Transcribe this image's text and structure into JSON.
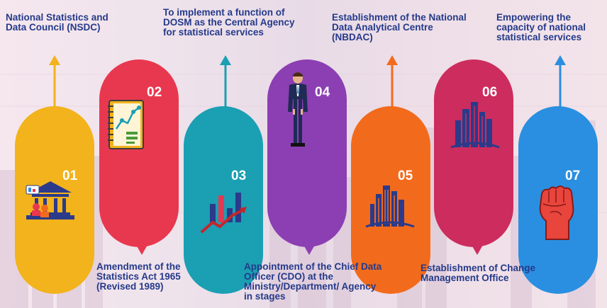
{
  "steps": [
    {
      "num": "01",
      "color": "#f2b31c",
      "label": "National Statistics and Data Council (NSDC)",
      "icon": "government-building-icon"
    },
    {
      "num": "02",
      "color": "#e8384f",
      "label": "Amendment of the Statistics Act 1965 (Revised 1989)",
      "icon": "report-chart-icon"
    },
    {
      "num": "03",
      "color": "#1b9fb3",
      "label": "To implement a function of DOSM as the Central Agency for statistical services",
      "icon": "bar-chart-growth-icon"
    },
    {
      "num": "04",
      "color": "#8b3fb3",
      "label": "Appointment of the Chief Data Officer (CDO) at the Ministry/Department/ Agency in stages",
      "icon": "businessman-icon"
    },
    {
      "num": "05",
      "color": "#f26b1d",
      "label": "Establishment of the National Data Analytical Centre (NBDAC)",
      "icon": "city-buildings-icon"
    },
    {
      "num": "06",
      "color": "#cc2d5e",
      "label": "Establishment of Change Management Office",
      "icon": "skyscraper-icon"
    },
    {
      "num": "07",
      "color": "#2a8fe0",
      "label": "Empowering the capacity of national statistical services",
      "icon": "raised-fist-icon"
    }
  ],
  "arrow_colors": {
    "a01": "#f2b31c",
    "a02": "#e8384f",
    "a03": "#1b9fb3",
    "a04": "#8b3fb3",
    "a05": "#f26b1d",
    "a06": "#cc2d5e",
    "a07": "#2a8fe0"
  }
}
